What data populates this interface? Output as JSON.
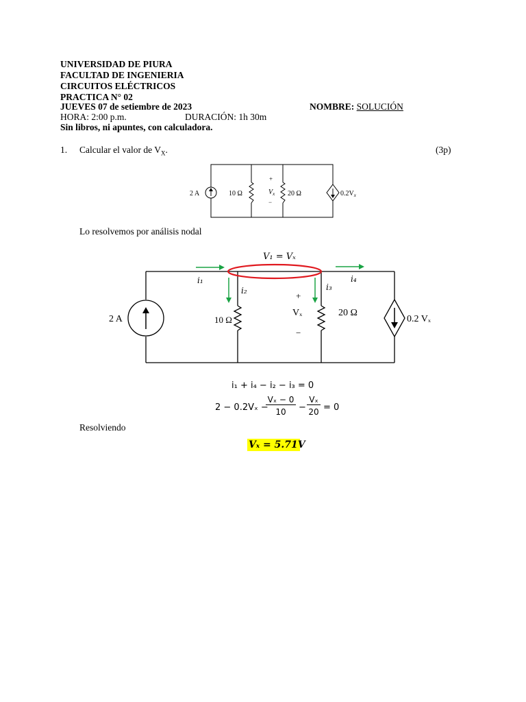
{
  "header": {
    "university": "UNIVERSIDAD DE PIURA",
    "faculty": "FACULTAD DE INGENIERIA",
    "course": "CIRCUITOS ELÉCTRICOS",
    "practice": "PRACTICA N° 02",
    "date": "JUEVES 07 de setiembre de 2023",
    "name_label": "NOMBRE:",
    "name_value": "SOLUCIÓN",
    "time": "HORA: 2:00 p.m.",
    "duration": "DURACIÓN: 1h 30m",
    "rules": "Sin libros, ni apuntes, con calculadora."
  },
  "question": {
    "number": "1.",
    "text_pre": "Calcular el valor de V",
    "text_sub": "X",
    "text_post": ".",
    "points": "(3p)"
  },
  "small_circuit": {
    "source": "2 A",
    "r1": "10 Ω",
    "plus": "+",
    "vx": "V",
    "vx_sub": "x",
    "minus": "−",
    "r2": "20 Ω",
    "dep_source": "0.2V",
    "dep_sub": "x"
  },
  "method_text": "Lo resolvemos por análisis nodal",
  "big_circuit": {
    "node_label": "V₁ = Vₓ",
    "i1": "i₁",
    "i2": "i₂",
    "i3": "i₃",
    "i4": "i₄",
    "source": "2 A",
    "r1": "10 Ω",
    "plus": "+",
    "vx": "Vₓ",
    "minus": "−",
    "r2": "20 Ω",
    "dep_source": "0.2 Vₓ"
  },
  "equations": {
    "kcl": "i₁ + i₄ − i₂ − i₃ = 0",
    "eq2_a": "2 − 0.2Vₓ −",
    "eq2_f1_num": "Vₓ − 0",
    "eq2_f1_den": "10",
    "eq2_minus": "−",
    "eq2_f2_num": "Vₓ",
    "eq2_f2_den": "20",
    "eq2_end": "= 0"
  },
  "solving_text": "Resolviendo",
  "answer": "Vₓ = 5.71V",
  "colors": {
    "arrow": "#1aa344",
    "ellipse": "#e0191f",
    "highlight": "#ffff00"
  }
}
